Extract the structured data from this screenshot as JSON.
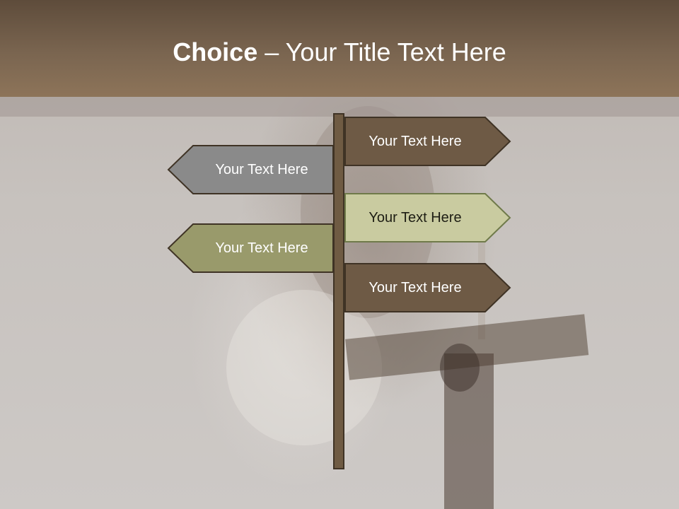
{
  "title": {
    "bold": "Choice",
    "rest": " – Your Title Text Here"
  },
  "signs": [
    {
      "text": "Your Text Here",
      "direction": "right",
      "fill": "#6e5a45"
    },
    {
      "text": "Your Text Here",
      "direction": "left",
      "fill": "#8a8a8a"
    },
    {
      "text": "Your Text Here",
      "direction": "right",
      "fill": "#c9cba0"
    },
    {
      "text": "Your Text Here",
      "direction": "left",
      "fill": "#999a6b"
    },
    {
      "text": "Your Text Here",
      "direction": "right",
      "fill": "#6e5a45"
    }
  ],
  "colors": {
    "title_bar": "#7a6550",
    "pole": "#6f5b43",
    "outline": "#3f3325"
  }
}
